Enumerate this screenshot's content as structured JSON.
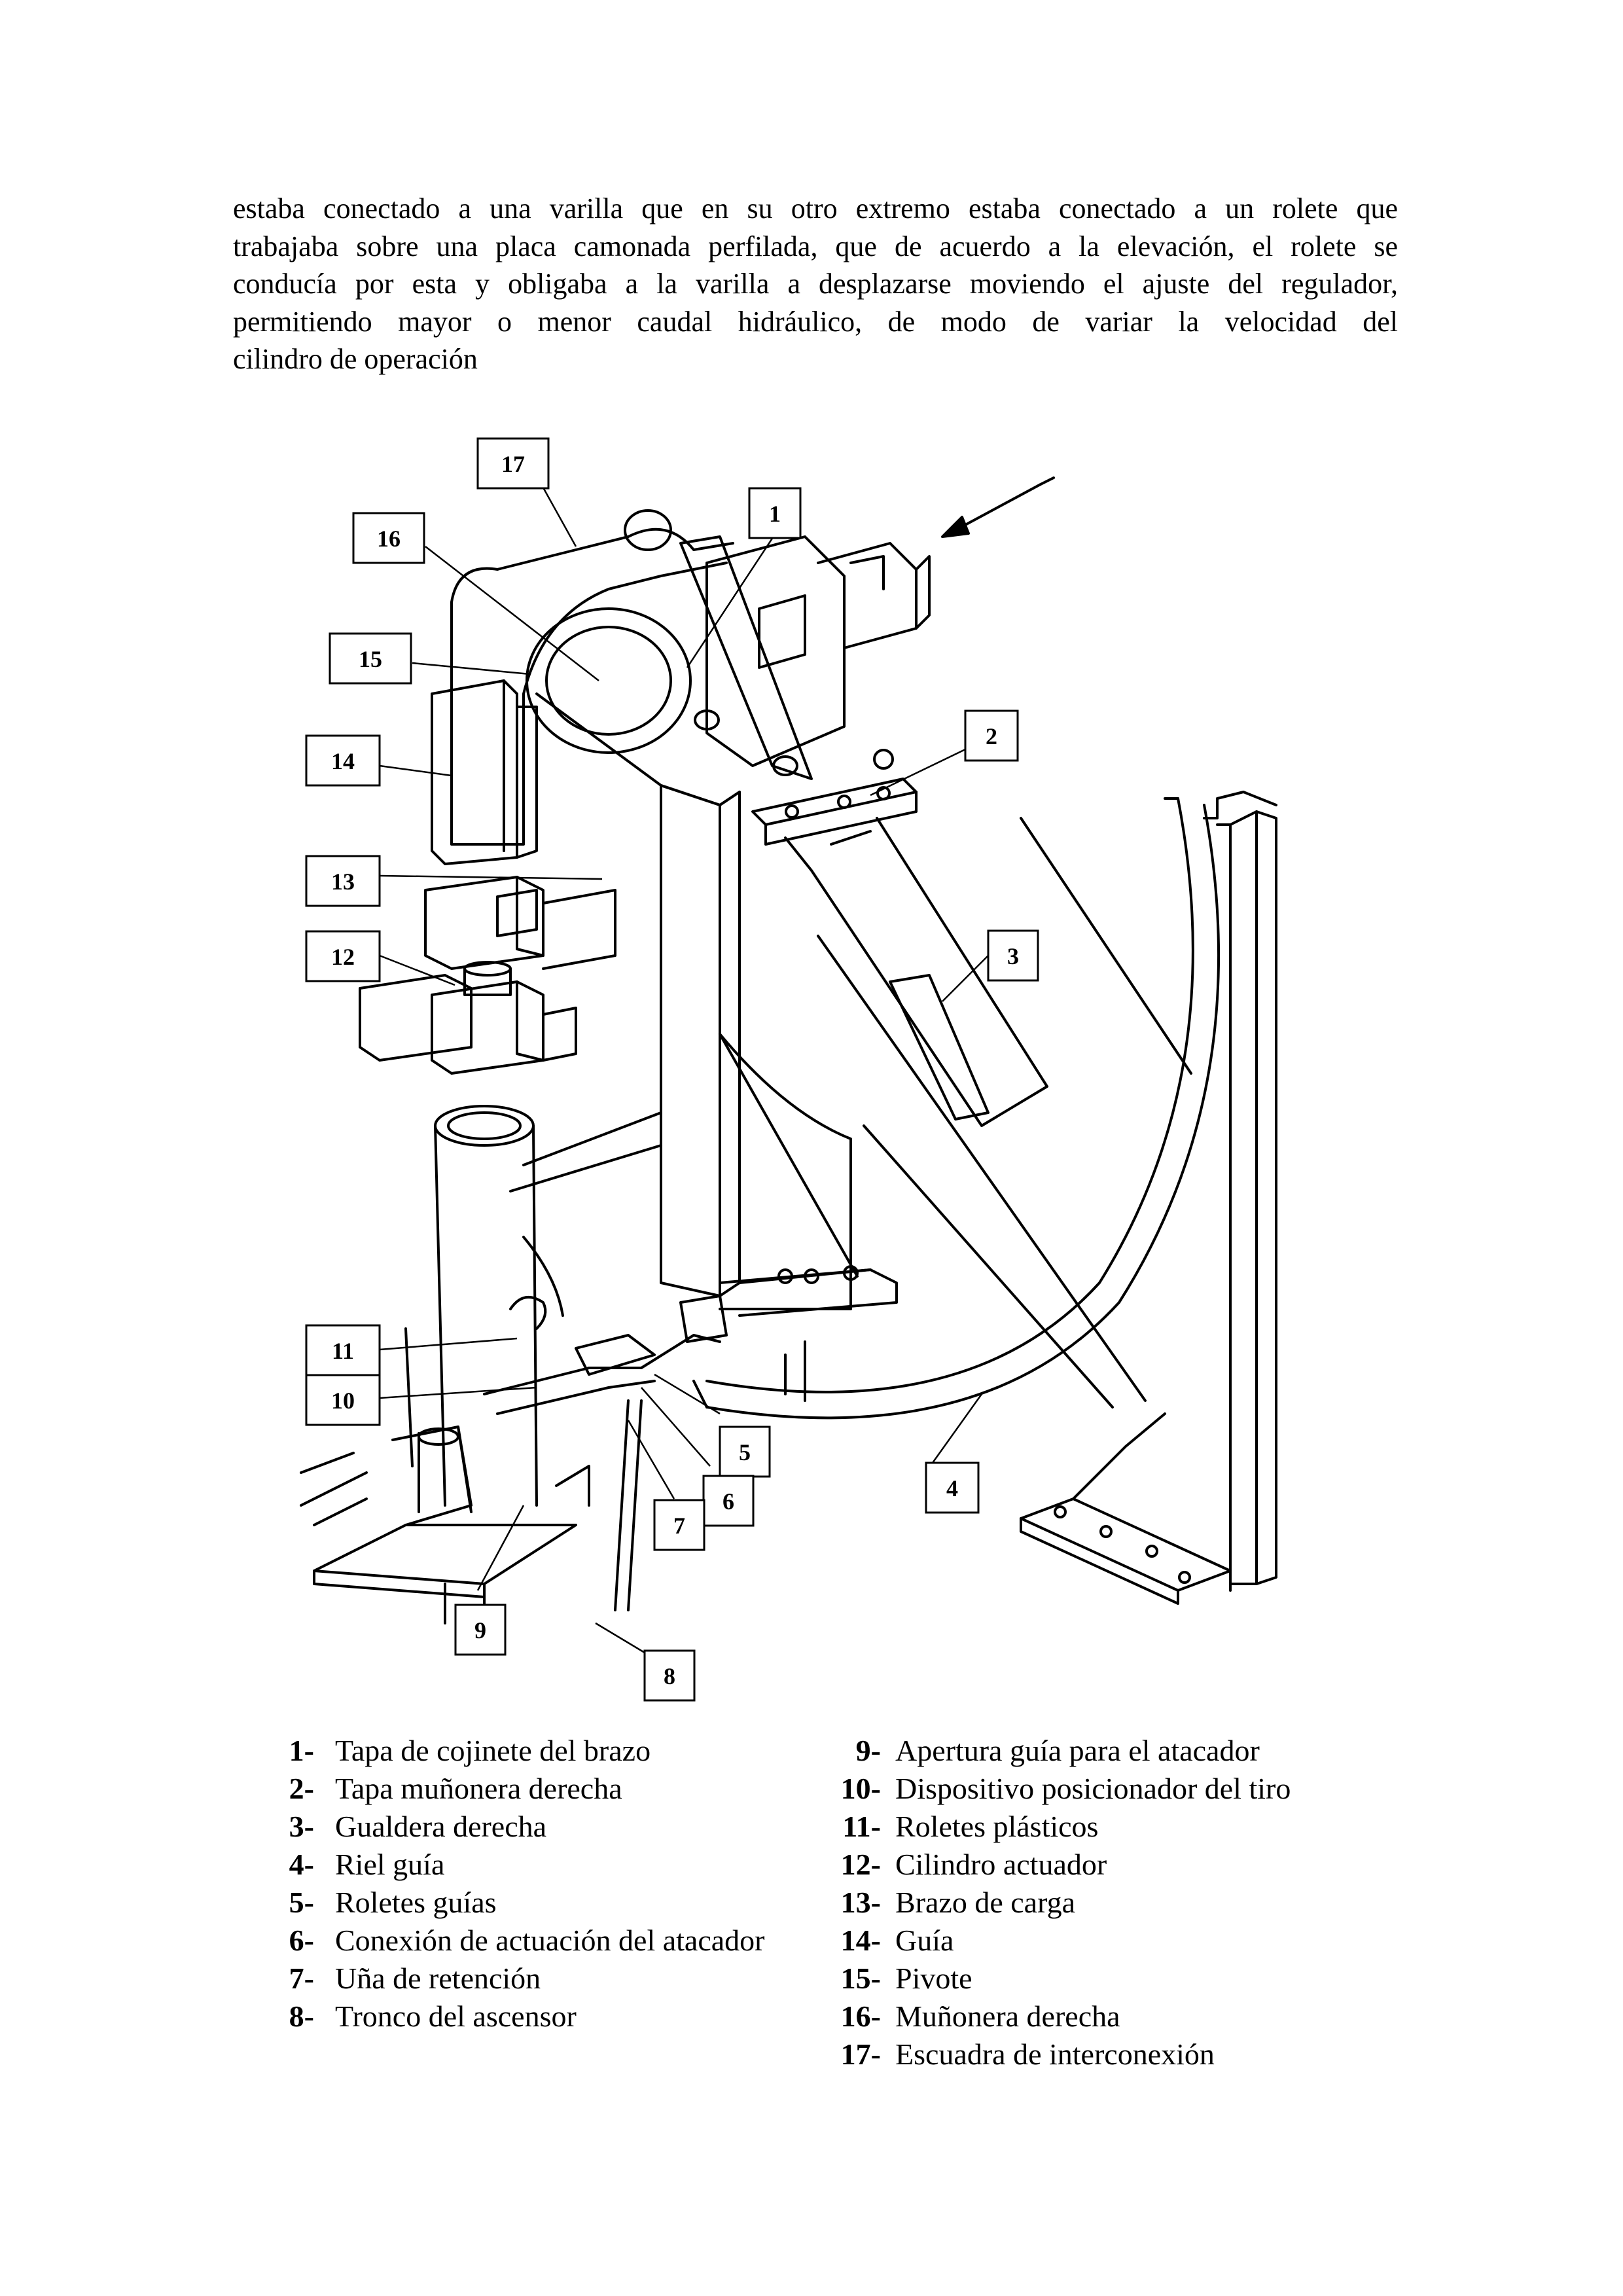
{
  "paragraph_lines": [
    "estaba conectado a una varilla que en su otro extremo estaba conectado a un rolete que",
    "trabajaba sobre una placa camonada perfilada, que de acuerdo a la elevación, el rolete se",
    "conducía por esta y obligaba a la varilla a desplazarse moviendo el ajuste del regulador,",
    "permitiendo mayor o menor caudal hidráulico, de modo de variar la velocidad del",
    "cilindro de operación"
  ],
  "callouts": [
    "17",
    "1",
    "16",
    "15",
    "2",
    "14",
    "13",
    "12",
    "3",
    "11",
    "10",
    "5",
    "4",
    "6",
    "7",
    "9",
    "8"
  ],
  "legend_left": [
    {
      "num": "1-",
      "text": "Tapa de cojinete del brazo"
    },
    {
      "num": "2-",
      "text": "Tapa muñonera derecha"
    },
    {
      "num": "3-",
      "text": "Gualdera derecha"
    },
    {
      "num": "4-",
      "text": "Riel guía"
    },
    {
      "num": "5-",
      "text": "Roletes guías"
    },
    {
      "num": "6-",
      "text": "Conexión de actuación del atacador"
    },
    {
      "num": "7-",
      "text": "Uña de retención"
    },
    {
      "num": "8-",
      "text": "Tronco del ascensor"
    }
  ],
  "legend_right": [
    {
      "num": "9-",
      "text": "Apertura guía para el atacador"
    },
    {
      "num": "10-",
      "text": "Dispositivo posicionador del tiro"
    },
    {
      "num": "11-",
      "text": "Roletes plásticos"
    },
    {
      "num": "12-",
      "text": "Cilindro actuador"
    },
    {
      "num": "13-",
      "text": "Brazo de carga"
    },
    {
      "num": "14-",
      "text": "Guía"
    },
    {
      "num": "15-",
      "text": "Pivote"
    },
    {
      "num": "16-",
      "text": "Muñonera derecha"
    },
    {
      "num": "17-",
      "text": "Escuadra de interconexión"
    }
  ]
}
